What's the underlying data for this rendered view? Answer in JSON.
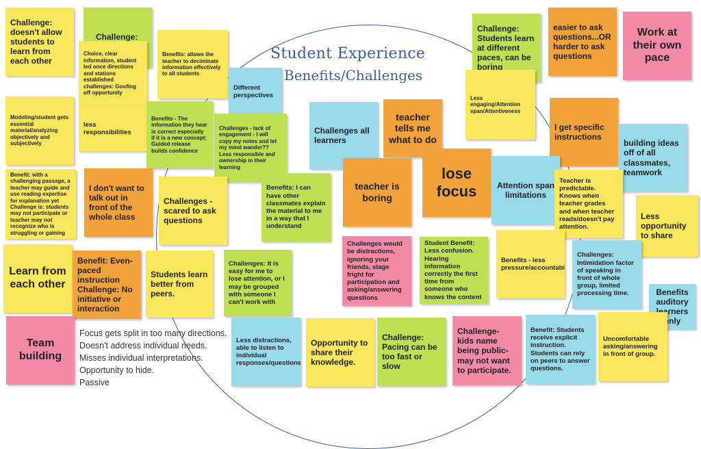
{
  "title": {
    "line1": "Student Experience",
    "line2": "Benefits/Challenges"
  },
  "notes": {
    "n1": "Challenge: doesn't allow students to learn from each other",
    "n2": "Challenge:",
    "n3": "Choice, clear information, student led once directions and stations established challenges: Goofing off opportunity",
    "n4": "Benefits: allows the teacher to deciminate information effectively to all students",
    "n5": "Different perspectives",
    "n6": "Modeling/student gets essential material/analyzing objectively and subjectively",
    "n7": "less responsibilities",
    "n8": "Benefits - The information they hear is correct especially if it is a new concept; Guided release builds confidence",
    "n9": "Challenges - lack of engagement - I will copy my notes and let my mind wander?? Less responsible and ownership in their learning",
    "n10": "Benefit: with a challenging passage, a teacher may guide and use reading expertise for explanation yet Challenge is: students may not participate or teacher may not recognize who is struggling or gaining",
    "n11": "I don't want to talk out in front of the whole class",
    "n12": "Challenges - scared to ask questions",
    "n13": "Benefits: I can have other classmates explain the material to me in a way that I understand",
    "n14": "Challenges all learners",
    "n15": "teacher tells me what to do",
    "n16": "teacher is boring",
    "n17": "lose focus",
    "n18": "Challenge: Students learn at different paces, can be boring",
    "n19": "easier to ask questions...OR harder to ask questions",
    "n20": "Work at their own pace",
    "n21": "Less engaging/Attention span/Attentiveness",
    "n22": "I get specific instructions",
    "n23": "building ideas off of all classmates, teamwork",
    "n24": "Attention span limitations",
    "n25": "Teacher is predictable. Knows when teacher grades and when teacher reads/doesn't pay attention.",
    "n26": "Less opportunity to share",
    "n27": "Learn from each other",
    "n28": "Benefit: Even-paced instruction Challenge: No initiative or interaction",
    "n29": "Students learn better from peers.",
    "n30": "Challenges: It is easy for me to lose attention, or I may be grouped with someone I can't work with",
    "n31": "Challenges would be distractions, ignoring your friends, stage fright for participation and asking/answering questions",
    "n32": "Student Benefit: Less confusion. Hearing information correctly the first time from someone who knows the content",
    "n33": "Benefits - less pressure/accountability",
    "n34": "Challenges: Intimidation factor of speaking in front of whole group, limited processing time.",
    "n35": "Benefits auditory learners only",
    "n36": "Team building",
    "n37": "Less distractions, able to listen to individual responses/questions",
    "n38": "Opportunity to share their knowledge.",
    "n39": "Challenge: Pacing can be too fast or slow",
    "n40": "Challenge- kids name being public- may not want to participate.",
    "n41": "Benefit: Students receive explicit instruction. Students can rely on peers to answer questions.",
    "n42": "Uncomfortable asking/answering in front of group."
  },
  "plain_list": [
    "Focus gets split in too many directions.",
    "Doesn't address individual needs.",
    "Misses individual interpretations.",
    "Opportunity to hide.",
    "Passive"
  ]
}
